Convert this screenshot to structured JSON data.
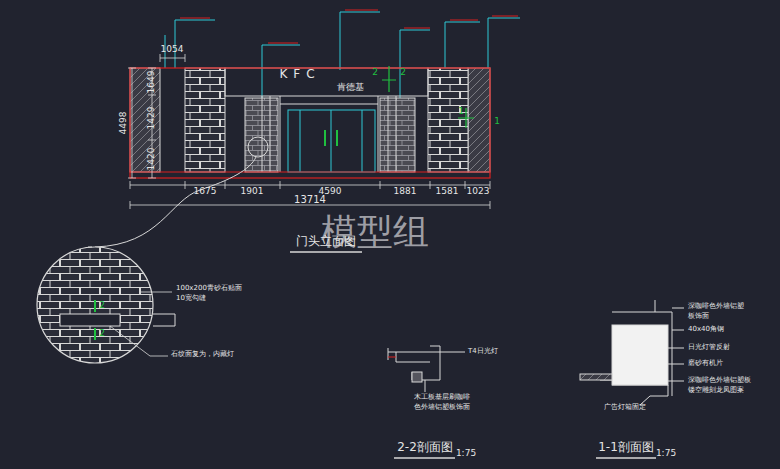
{
  "diagram": {
    "labels": [
      "1054",
      "1649",
      "1429",
      "1420",
      "4498",
      "KFC",
      "肯德基",
      "1675",
      "1901",
      "4590",
      "1881",
      "1581",
      "1023",
      "13714",
      "门头立面图",
      "模型组",
      "2",
      "2",
      "1",
      "1",
      "2",
      "2",
      "100x200青砂石贴面",
      "10宽勾缝",
      "石纹面复为，内藏灯",
      "T4日光灯",
      "木工板基层刷咖啡",
      "色外墙铝塑板饰面",
      "2-2剖面图",
      "1:75",
      "深咖啡色外墙铝塑",
      "板饰面",
      "40x40角钢",
      "日光灯管反射",
      "磨砂有机片",
      "深咖啡色外墙铝塑板",
      "镂空雕刻龙凤图案",
      "广告灯箱固定",
      "1-1剖面图",
      "1:75"
    ]
  }
}
